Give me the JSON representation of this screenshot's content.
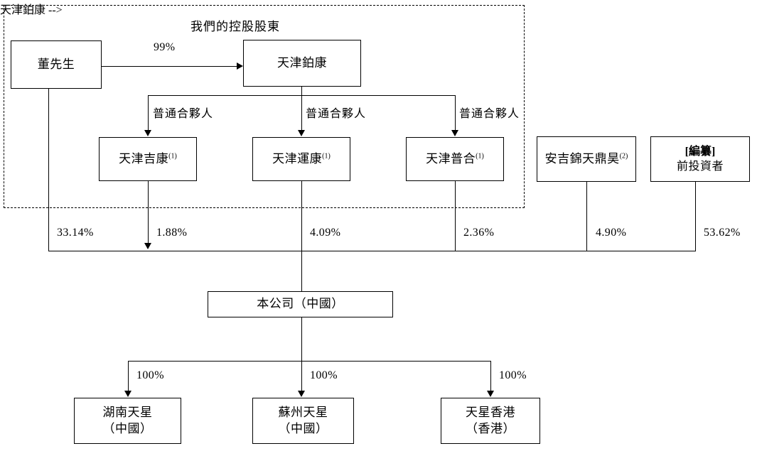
{
  "diagram": {
    "title": "我們的控股股東",
    "group_frame_label": "我們的控股股東",
    "nodes": {
      "mr_dong": {
        "label": "董先生"
      },
      "tianjin_bokang": {
        "label": "天津鉑康"
      },
      "tianjin_jikang": {
        "label": "天津吉康",
        "note": "(1)"
      },
      "tianjin_yunkang": {
        "label": "天津運康",
        "note": "(1)"
      },
      "tianjin_puhe": {
        "label": "天津普合",
        "note": "(1)"
      },
      "anji_jintian_dinghao": {
        "label": "安吉錦天鼎昊",
        "note": "(2)"
      },
      "pre_ipo_investors": {
        "line1": "[編纂]",
        "line2": "前投資者"
      },
      "company": {
        "label": "本公司（中國）"
      },
      "hunan_tianxing": {
        "line1": "湖南天星",
        "line2": "（中國）"
      },
      "suzhou_tianxing": {
        "line1": "蘇州天星",
        "line2": "（中國）"
      },
      "tianxing_hongkong": {
        "line1": "天星香港",
        "line2": "（香港）"
      }
    },
    "edges": {
      "dong_to_bokang": "99%",
      "bokang_to_jikang": "普通合夥人",
      "bokang_to_yunkang": "普通合夥人",
      "bokang_to_puhe": "普通合夥人",
      "dong_to_company": "33.14%",
      "jikang_to_company": "1.88%",
      "yunkang_to_company": "4.09%",
      "puhe_to_company": "2.36%",
      "anji_to_company": "4.90%",
      "preipo_to_company": "53.62%",
      "company_to_hunan": "100%",
      "company_to_suzhou": "100%",
      "company_to_hongkong": "100%"
    }
  }
}
